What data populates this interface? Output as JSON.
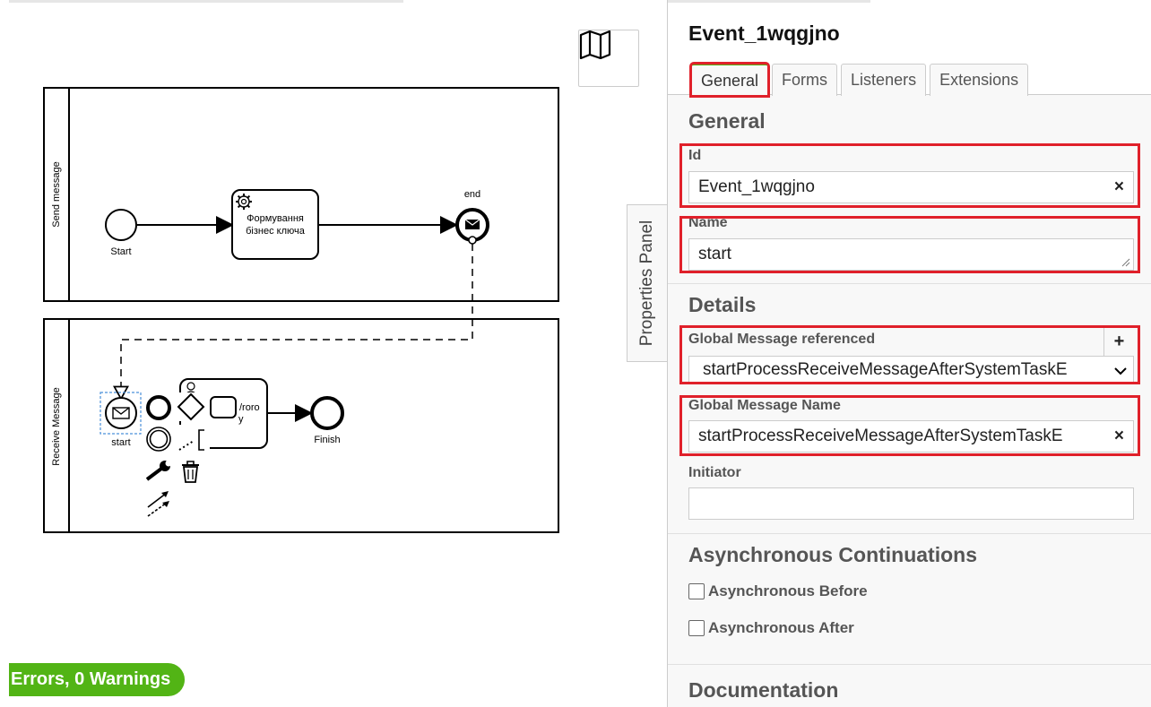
{
  "canvas": {
    "lanes": [
      {
        "label": "Send message"
      },
      {
        "label": "Receive Message"
      }
    ],
    "elements": {
      "start_event_label": "Start",
      "service_task_line1": "Формування",
      "service_task_line2": "бізнес ключа",
      "end_event_label": "end",
      "receive_start_label": "start",
      "user_task_frag1": "/roro",
      "user_task_frag2": "y",
      "finish_label": "Finish"
    },
    "lint_badge": "Errors, 0 Warnings"
  },
  "panel_toggle": "Properties Panel",
  "panel": {
    "title": "Event_1wqgjno",
    "tabs": [
      "General",
      "Forms",
      "Listeners",
      "Extensions"
    ],
    "general_group": "General",
    "id_label": "Id",
    "id_value": "Event_1wqgjno",
    "name_label": "Name",
    "name_value": "start",
    "details_group": "Details",
    "global_msg_ref_label": "Global Message referenced",
    "global_msg_ref_value": "startProcessReceiveMessageAfterSystemTaskE",
    "global_msg_name_label": "Global Message Name",
    "global_msg_name_value": "startProcessReceiveMessageAfterSystemTaskE",
    "initiator_label": "Initiator",
    "initiator_value": "",
    "async_group": "Asynchronous Continuations",
    "async_before": "Asynchronous Before",
    "async_after": "Asynchronous After",
    "documentation_group": "Documentation"
  },
  "colors": {
    "highlight": "#e0202a",
    "lint_ok": "#52b415"
  }
}
